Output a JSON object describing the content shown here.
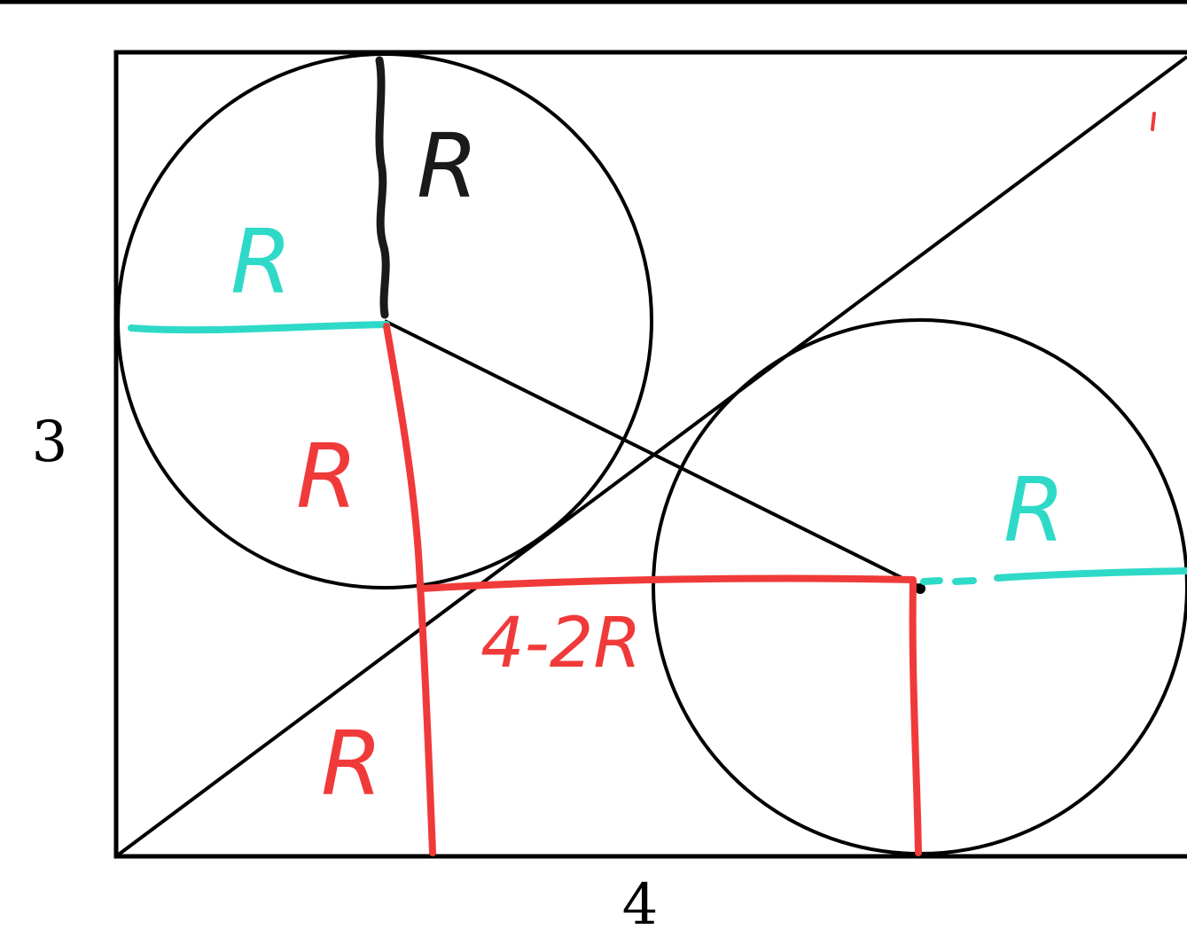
{
  "dimensions": {
    "height_label": "3",
    "width_label": "4"
  },
  "annotations": {
    "vertical_radius_top": "R",
    "horizontal_radius_left": "R",
    "vertical_radius_middle": "R",
    "vertical_radius_bottom": "R",
    "horizontal_difference": "4-2R",
    "horizontal_radius_right": "R"
  },
  "colors": {
    "figure": "#000000",
    "red_annotation": "#f03a3a",
    "teal_annotation": "#2fd9c8",
    "black_annotation": "#1a1a1a"
  }
}
